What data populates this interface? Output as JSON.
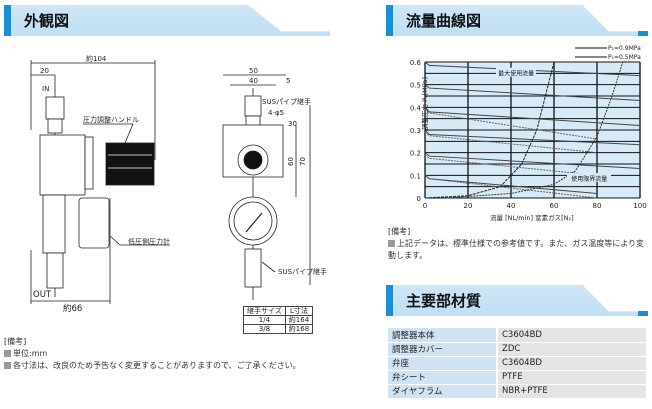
{
  "left": {
    "title": "外観図",
    "dims": {
      "total_width": "約104",
      "in_offset": "20",
      "bottom_width": "約66",
      "front_width": "50",
      "front_inner": "40",
      "offset5": "5",
      "hole": "4-φ5",
      "d30": "30",
      "d60": "60",
      "d70": "70"
    },
    "labels": {
      "in": "IN",
      "out": "OUT",
      "handle": "圧力調整ハンドル",
      "gauge": "低圧側圧力計",
      "fitting_top": "SUSパイプ継手",
      "fitting_bottom": "SUSパイプ継手"
    },
    "size_table": {
      "headers": [
        "継手サイズ",
        "L寸法"
      ],
      "rows": [
        [
          "1/4",
          "約164"
        ],
        [
          "3/8",
          "約168"
        ]
      ]
    },
    "notes": {
      "heading": "[備考]",
      "items": [
        "単位:mm",
        "各寸法は、改良のため予告なく変更することがありますので、ご了承ください。"
      ]
    }
  },
  "right": {
    "title": "流量曲線図",
    "notes": {
      "heading": "[備考]",
      "items": [
        "上記データは、標準仕様での参考値です。また、ガス温度等により変動します。"
      ]
    },
    "materials_title": "主要部材質",
    "materials": [
      [
        "調整器本体",
        "C3604BD"
      ],
      [
        "調整器カバー",
        "ZDC"
      ],
      [
        "弁座",
        "C3604BD"
      ],
      [
        "弁シート",
        "PTFE"
      ],
      [
        "ダイヤフラム",
        "NBR+PTFE"
      ]
    ]
  },
  "chart_data": {
    "type": "line",
    "title": "流量曲線図",
    "xlabel": "流量 [NL/min]  窒素ガス[N₂]",
    "ylabel": "調整圧力 P₂[MPa]",
    "xlim": [
      0,
      100
    ],
    "ylim": [
      0,
      0.6
    ],
    "xticks": [
      "0",
      "20",
      "40",
      "60",
      "80",
      "100"
    ],
    "yticks": [
      "0",
      "0.1",
      "0.2",
      "0.3",
      "0.4",
      "0.5",
      "0.6"
    ],
    "grid": true,
    "legend_placement": "top-right",
    "legend": [
      "P₁=0.9MPa",
      "P₁=0.5MPa"
    ],
    "annotations": [
      "最大使用流量",
      "使用限界流量"
    ],
    "series": [
      {
        "name": "P₁=0.9MPa",
        "x": [
          0,
          2,
          100
        ],
        "curves": [
          [
            0.6,
            0.585,
            0.54
          ],
          [
            0.5,
            0.485,
            0.43
          ],
          [
            0.4,
            0.38,
            0.32
          ],
          [
            0.3,
            0.28,
            0.235
          ],
          [
            0.2,
            0.185,
            0.13
          ],
          [
            0.1,
            0.085,
            0.02
          ]
        ]
      },
      {
        "name": "P₁=0.5MPa",
        "x": [
          0,
          2,
          80
        ],
        "curves": [
          [
            0.39,
            0.375,
            0.26
          ],
          [
            0.29,
            0.275,
            0.2
          ],
          [
            0.19,
            0.175,
            0.1
          ],
          [
            0.1,
            0.085,
            0.0
          ]
        ]
      },
      {
        "name": "最大使用流量",
        "x": [
          0,
          20,
          35,
          45,
          52,
          56,
          60
        ],
        "y": [
          0,
          0.01,
          0.05,
          0.15,
          0.3,
          0.45,
          0.6
        ]
      },
      {
        "name": "使用限界流量",
        "x": [
          10,
          40,
          60,
          70,
          80,
          87,
          92
        ],
        "y": [
          0,
          0.02,
          0.06,
          0.12,
          0.27,
          0.45,
          0.6
        ]
      }
    ]
  }
}
